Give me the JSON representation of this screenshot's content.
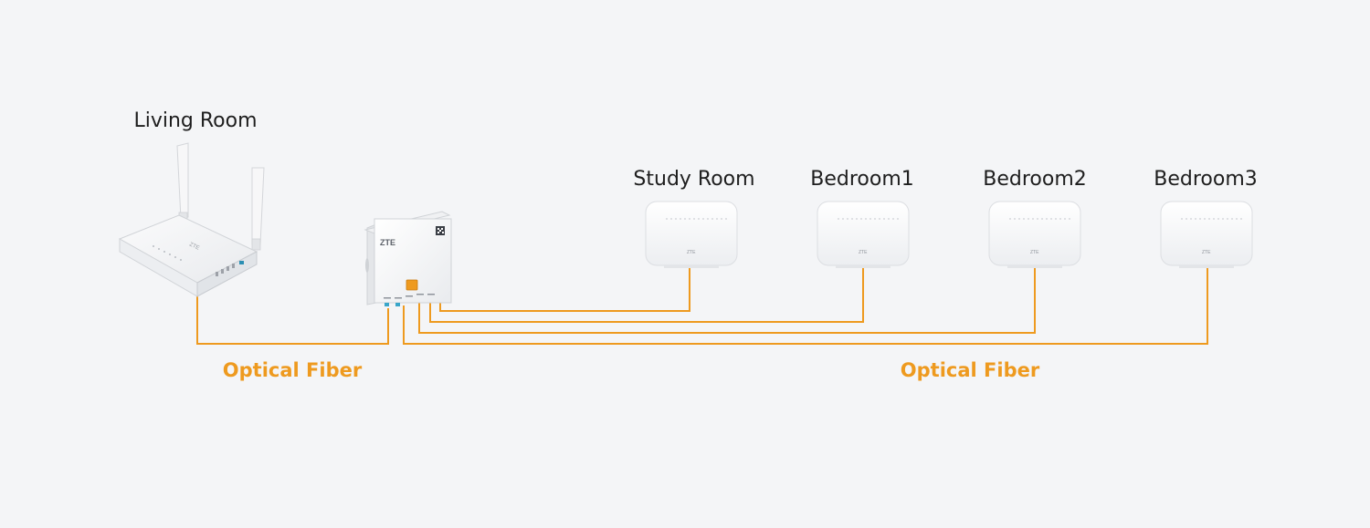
{
  "rooms": {
    "living": "Living Room",
    "study": "Study Room",
    "bedroom1": "Bedroom1",
    "bedroom2": "Bedroom2",
    "bedroom3": "Bedroom3"
  },
  "fiber_labels": {
    "left": "Optical Fiber",
    "right": "Optical Fiber"
  },
  "brand": {
    "logo_text": "ZTE"
  },
  "colors": {
    "background": "#f4f5f7",
    "fiber": "#ee9a1f",
    "device_body": "#ffffff",
    "device_edge": "#d7d9dd"
  },
  "icons": {
    "main_router": "wifi-router-with-antennas-icon",
    "wall_onu": "wall-mounted-fiber-onu-icon",
    "room_unit": "fiber-room-unit-icon"
  }
}
